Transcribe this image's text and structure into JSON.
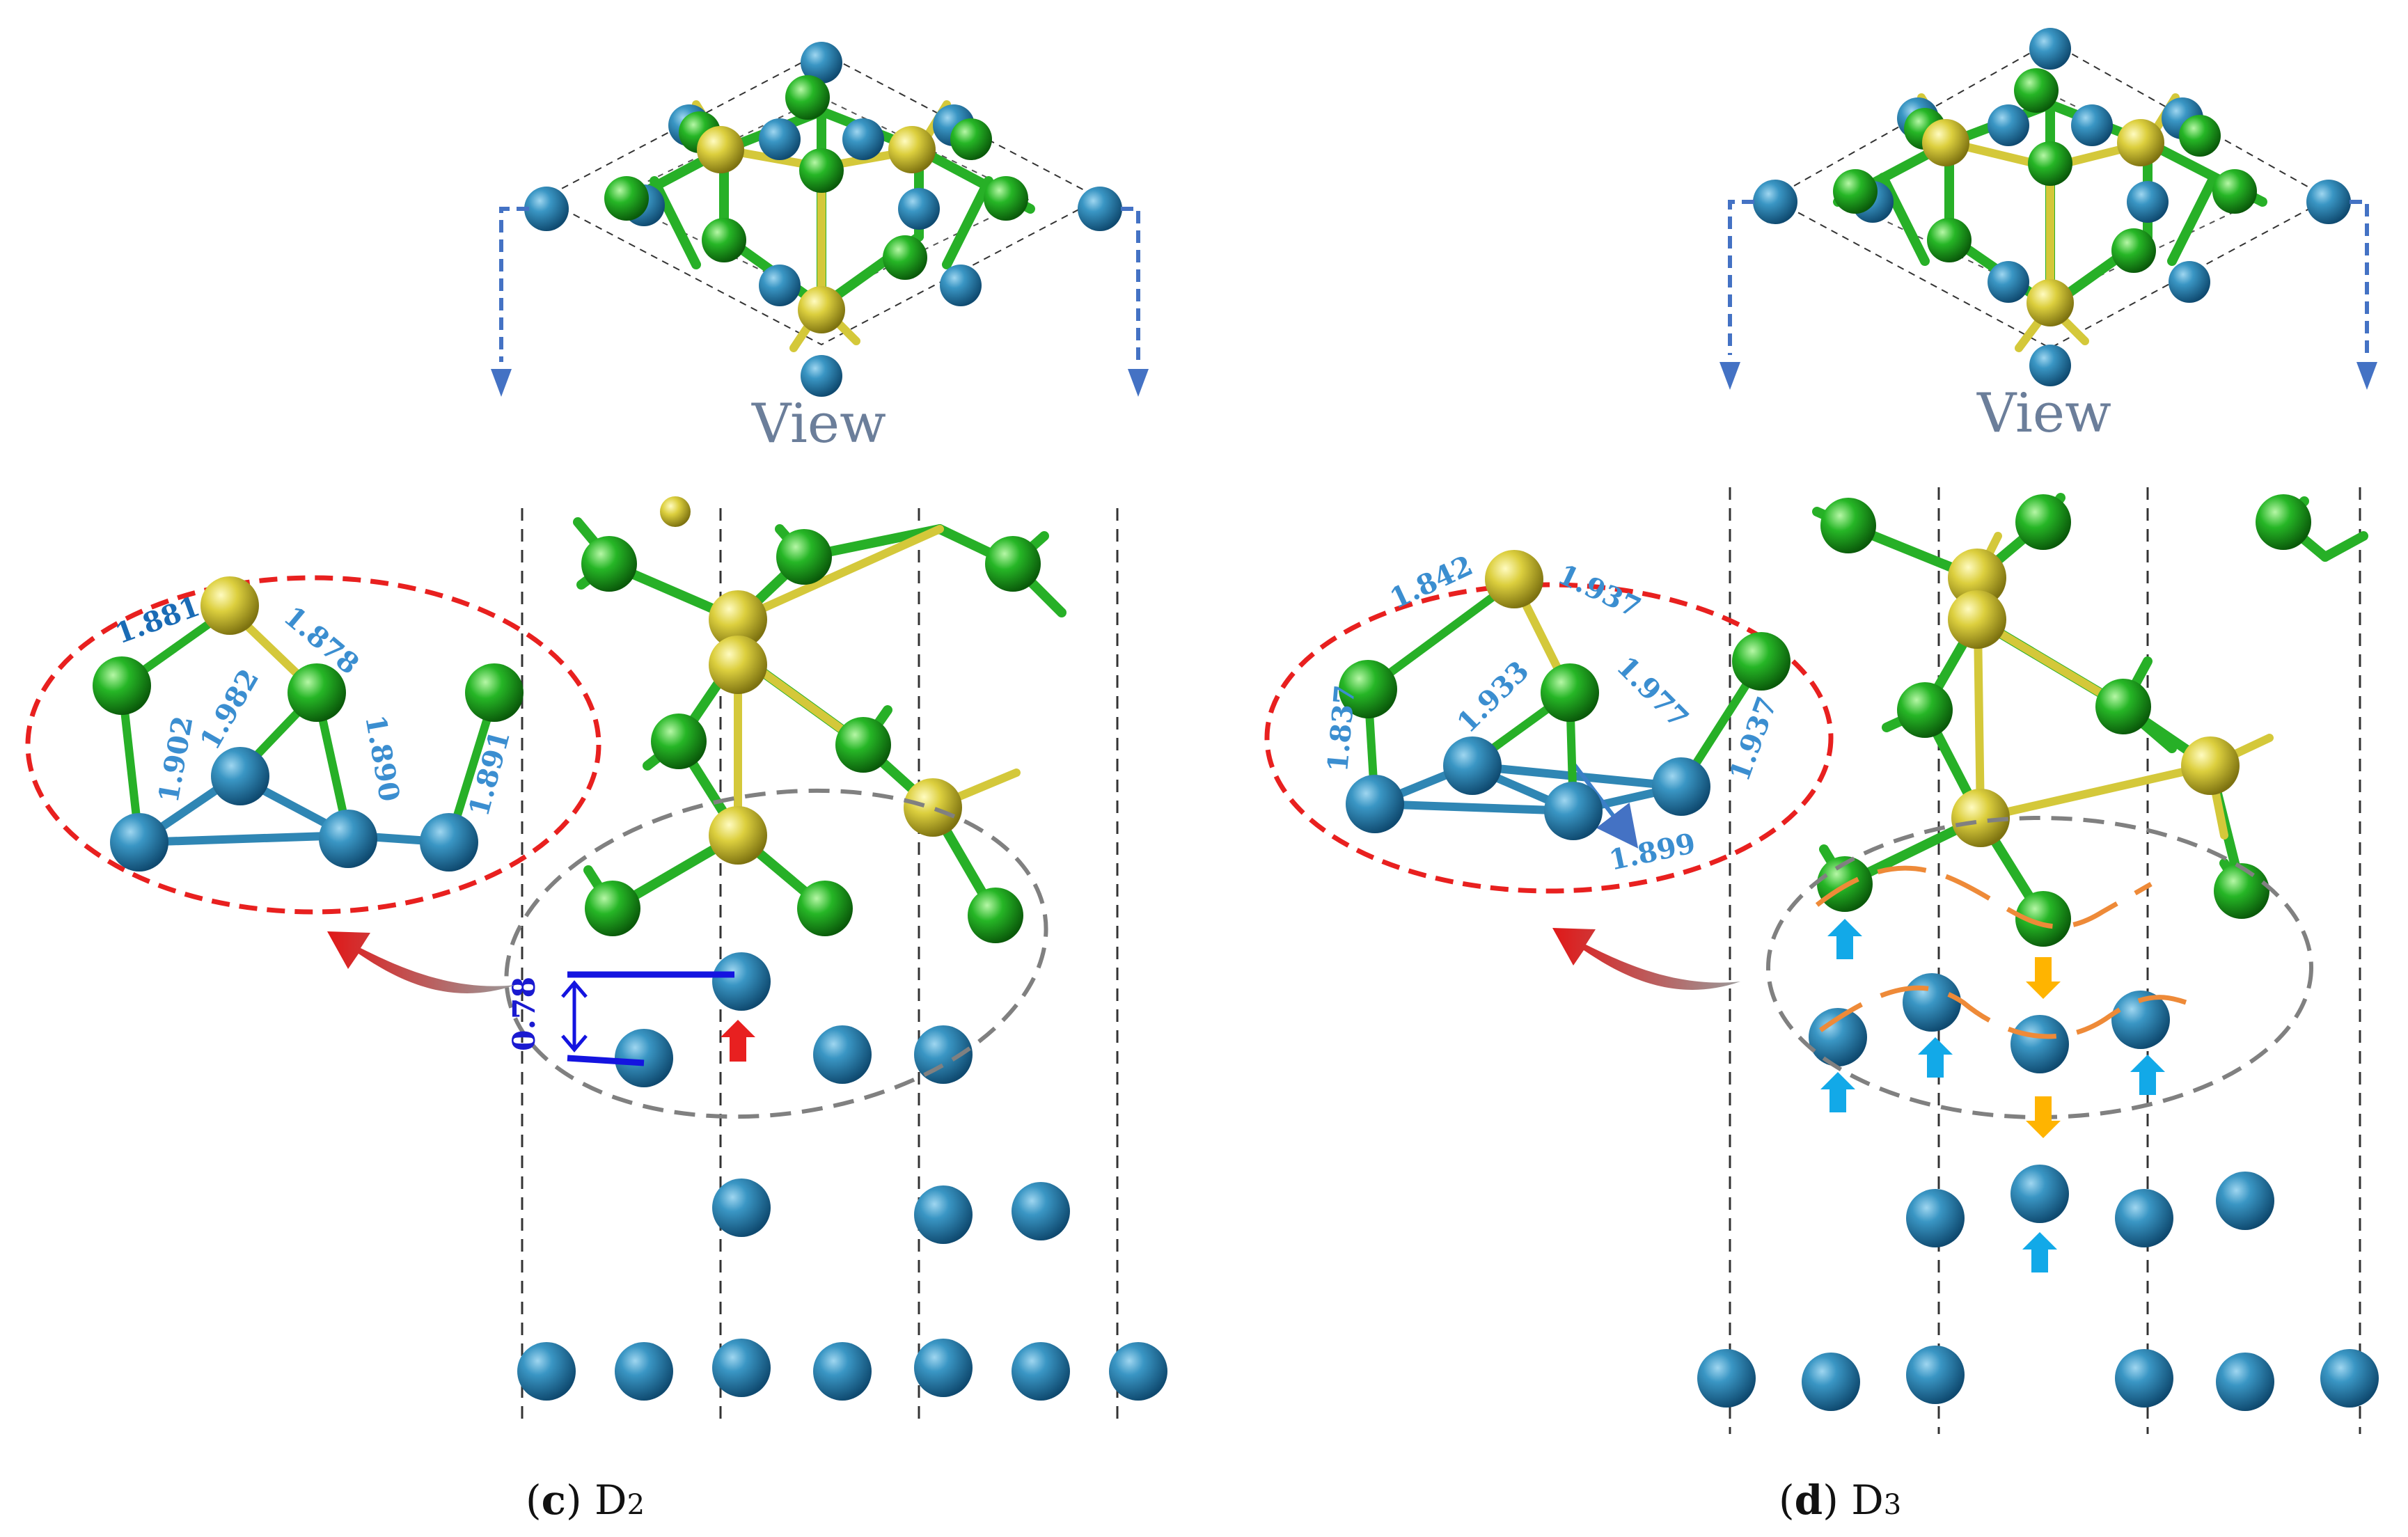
{
  "panels": [
    {
      "id": "c",
      "caption_letter": "c",
      "caption_label": "D",
      "caption_sub": "2",
      "view_label": "View",
      "bond_lengths": [
        "1.881",
        "1.878",
        "1.982",
        "1.902",
        "1.890",
        "1.891"
      ],
      "height_offset": "0.78"
    },
    {
      "id": "d",
      "caption_letter": "d",
      "caption_label": "D",
      "caption_sub": "3",
      "view_label": "View",
      "bond_lengths": [
        "1.842",
        "1.937",
        "1.837",
        "1.933",
        "1.977",
        "1.937",
        "1.899"
      ]
    }
  ],
  "colors": {
    "cobalt_atom": "#2f86b4",
    "sulfur_atom": "#d8cc3c",
    "green_atom": "#22b422",
    "view_arrow": "#4472c4",
    "highlight_ellipse": "#e8201f",
    "region_ellipse": "#808080",
    "up_arrow_blue": "#12a9e8",
    "down_arrow_orange": "#ffb400",
    "wave_line": "#ee8a38",
    "red_arrow": "#e82020",
    "height_marker": "#1414e0"
  }
}
